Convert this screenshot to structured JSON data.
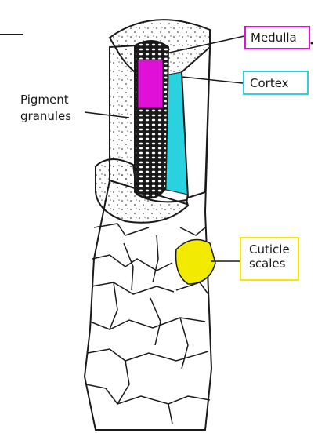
{
  "labels": {
    "medulla": "Medulla",
    "cortex": "Cortex",
    "pigment_line1": "Pigment",
    "pigment_line2": "granules",
    "cuticle_line1": "Cuticle",
    "cuticle_line2": "scales"
  },
  "colors": {
    "medulla": "#e010d8",
    "cortex": "#2ad2e0",
    "cuticle": "#f2ea00",
    "ink": "#1a1a1a",
    "paper": "#ffffff"
  }
}
